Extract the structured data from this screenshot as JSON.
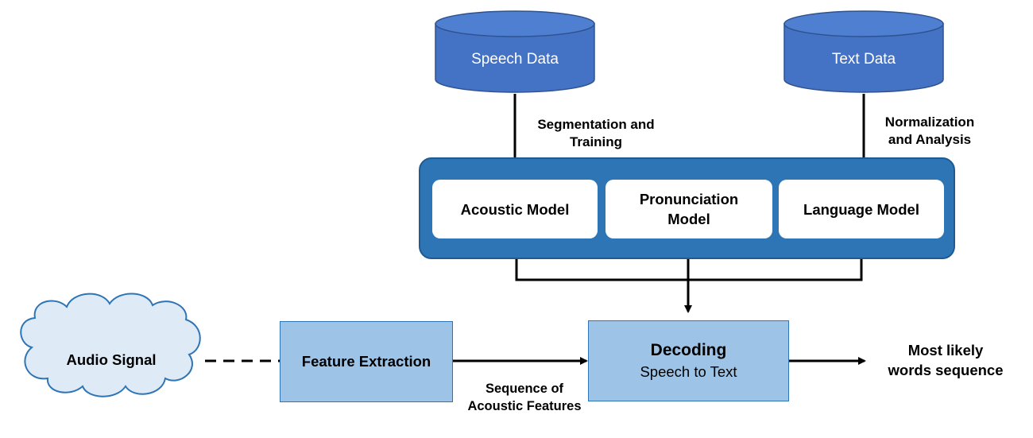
{
  "databases": {
    "speech": "Speech Data",
    "text": "Text Data"
  },
  "edges": {
    "segmentation": [
      "Segmentation and",
      "Training"
    ],
    "normalization": [
      "Normalization",
      "and Analysis"
    ],
    "features": [
      "Sequence of",
      "Acoustic Features"
    ]
  },
  "models": {
    "acoustic": "Acoustic Model",
    "pronunciation": [
      "Pronunciation",
      "Model"
    ],
    "language": "Language Model"
  },
  "pipeline": {
    "audio": "Audio Signal",
    "feature_extraction": "Feature Extraction",
    "decoding_title": "Decoding",
    "decoding_sub": "Speech to Text",
    "output": [
      "Most likely",
      "words sequence"
    ]
  },
  "colors": {
    "database_fill": "#4472c4",
    "panel_fill": "#2e75b6",
    "light_fill": "#9dc3e6",
    "cloud_fill": "#deebf7"
  }
}
